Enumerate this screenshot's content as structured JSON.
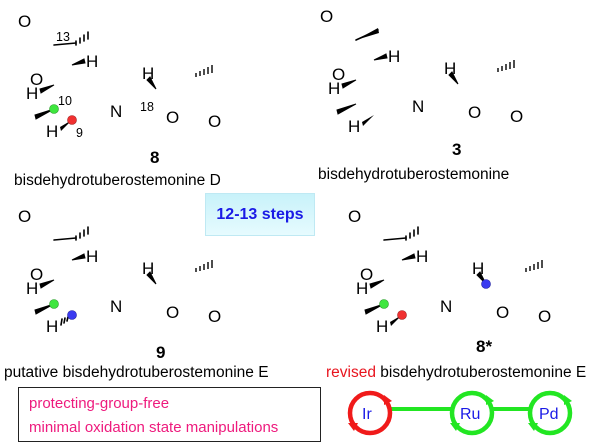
{
  "figure": {
    "steps_label": "12-13 steps",
    "compounds": [
      {
        "id": "8",
        "label": "8",
        "name": "bisdehydrotuberostemonine D",
        "prefix": "",
        "atom_numbers": [
          "13",
          "10",
          "9",
          "18"
        ],
        "highlights": {
          "c10": "#3ee63e",
          "c9": "#f03030"
        }
      },
      {
        "id": "3",
        "label": "3",
        "name": "bisdehydrotuberostemonine",
        "prefix": "",
        "atom_numbers": []
      },
      {
        "id": "9",
        "label": "9",
        "name": "putative bisdehydrotuberostemonine E",
        "prefix": "",
        "atom_numbers": [],
        "highlights": {
          "c10": "#3ee63e",
          "c9": "#3a3af0"
        }
      },
      {
        "id": "8star",
        "label": "8*",
        "name": "bisdehydrotuberostemonine E",
        "prefix": "revised",
        "atom_numbers": [],
        "highlights": {
          "c10": "#3ee63e",
          "c9": "#f03030",
          "c18": "#3a3af0"
        }
      }
    ],
    "atoms": {
      "O": "O",
      "N": "N",
      "H": "H"
    },
    "features": [
      "protecting-group-free",
      "minimal oxidation state manipulations"
    ],
    "catalysts": [
      {
        "label": "Ir",
        "color": "#f01a1a"
      },
      {
        "label": "Ru",
        "color": "#22e622"
      },
      {
        "label": "Pd",
        "color": "#22e622"
      }
    ],
    "colors": {
      "feature_text": "#ee1a7d",
      "steps_text": "#1a1ae6",
      "catalyst_label": "#1a1ae6",
      "revised_text": "#e8141e",
      "link": "#22e622"
    }
  }
}
